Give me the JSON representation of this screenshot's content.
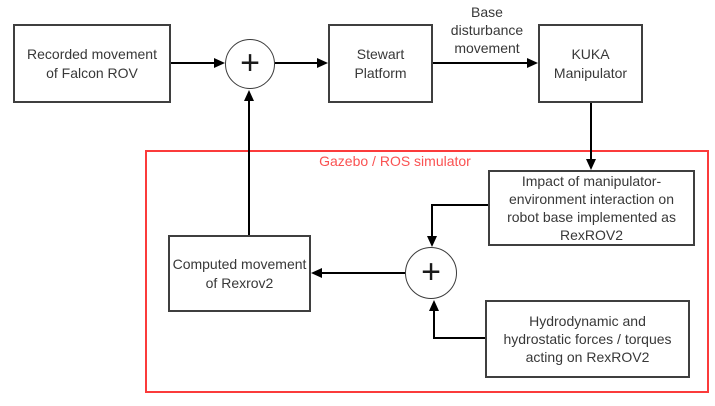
{
  "diagram": {
    "title_none": "",
    "colors": {
      "box_stroke": "#3f3f3f",
      "arrow": "#000000",
      "red_accent": "#fb3b3b",
      "red_label_text": "#fa5252",
      "text": "#383838",
      "background": "#ffffff"
    },
    "nodes": {
      "recorded": {
        "label": "Recorded movement\nof Falcon ROV"
      },
      "stewart": {
        "label": "Stewart\nPlatform"
      },
      "kuka": {
        "label": "KUKA\nManipulator"
      },
      "impact": {
        "label": "Impact of manipulator-\nenvironment interaction on\nrobot base implemented as\nRexROV2"
      },
      "computed": {
        "label": "Computed movement\nof Rexrov2"
      },
      "hydro": {
        "label": "Hydrodynamic and\nhydrostatic forces / torques\nacting on RexROV2"
      }
    },
    "junctions": {
      "sum1": {
        "symbol": "+"
      },
      "sum2": {
        "symbol": "+"
      }
    },
    "labels": {
      "base_disturbance": "Base\ndisturbance\nmovement",
      "simulator_group": "Gazebo / ROS simulator"
    }
  }
}
